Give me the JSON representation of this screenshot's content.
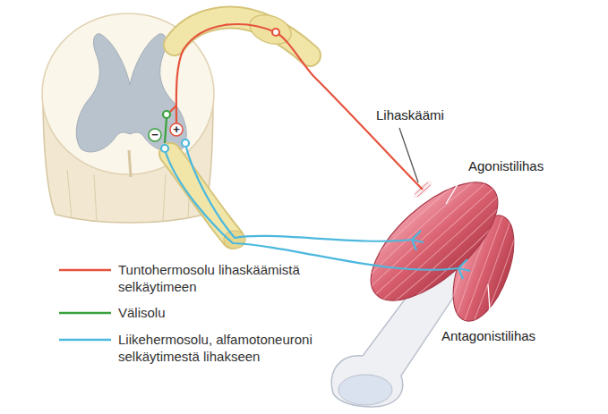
{
  "diagram": {
    "labels": [
      "−",
      "+",
      "Lihaskäämi",
      "Agonistilihas",
      "Antagonistilihas"
    ],
    "legend": [
      {
        "text": "Tuntohermosolu lihaskäämistä selkäytimeen"
      },
      {
        "text": "Välisolu"
      },
      {
        "text": "Liikehermosolu, alfamotoneuroni selkäytimestä lihakseen"
      }
    ]
  }
}
